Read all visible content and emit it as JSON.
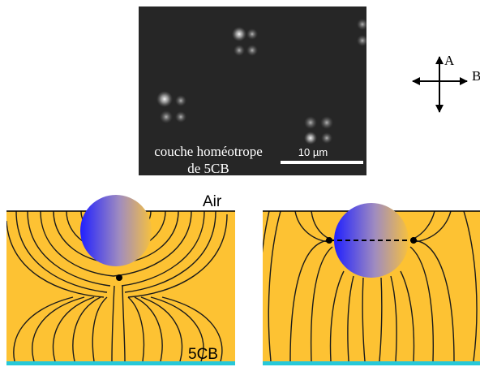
{
  "micrograph": {
    "caption_line1": "couche homéotrope",
    "caption_line2": "de 5CB",
    "scale_label": "10 µm"
  },
  "polarizers": {
    "label_a": "A",
    "label_b": "B"
  },
  "panel_left": {
    "top_label": "Air",
    "bottom_label": "5CB"
  },
  "colors": {
    "liquid_crystal": "#fdc233",
    "substrate": "#27c8d8",
    "droplet_left": "#2020ff",
    "droplet_right": "#f5c040",
    "field_lines": "#1a1a1a",
    "micrograph_bg": "#262626"
  }
}
